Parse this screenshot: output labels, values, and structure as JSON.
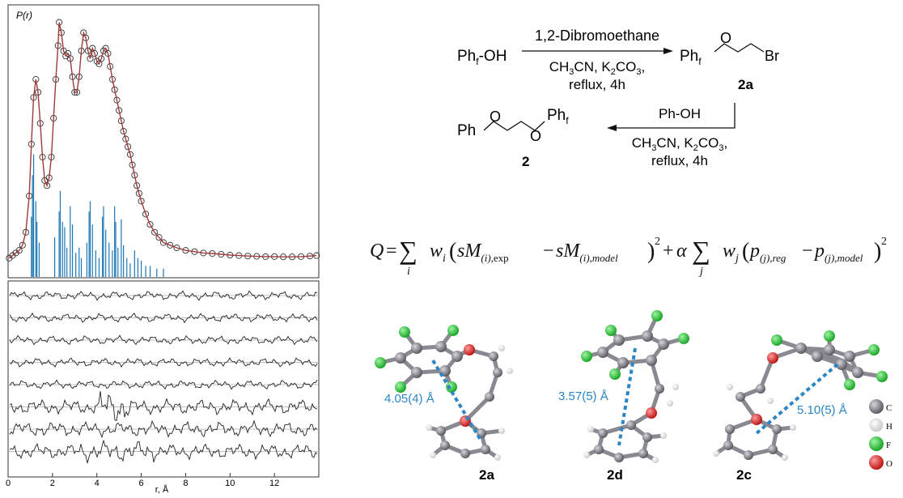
{
  "chart_data": {
    "type": "line",
    "ylabel": "P(r)",
    "xlabel": "r, Å",
    "xlim": [
      0,
      14
    ],
    "x_ticks": [
      "0",
      "2",
      "4",
      "6",
      "8",
      "10",
      "12"
    ],
    "grid": false,
    "experimental_points": [
      [
        0.05,
        0.06
      ],
      [
        0.2,
        0.07
      ],
      [
        0.35,
        0.08
      ],
      [
        0.5,
        0.09
      ],
      [
        0.65,
        0.11
      ],
      [
        0.8,
        0.16
      ],
      [
        0.95,
        0.3
      ],
      [
        1.05,
        0.5
      ],
      [
        1.15,
        0.68
      ],
      [
        1.25,
        0.75
      ],
      [
        1.35,
        0.7
      ],
      [
        1.45,
        0.58
      ],
      [
        1.55,
        0.45
      ],
      [
        1.65,
        0.36
      ],
      [
        1.75,
        0.34
      ],
      [
        1.85,
        0.37
      ],
      [
        1.95,
        0.45
      ],
      [
        2.05,
        0.6
      ],
      [
        2.15,
        0.75
      ],
      [
        2.25,
        0.88
      ],
      [
        2.3,
        0.97
      ],
      [
        2.4,
        0.93
      ],
      [
        2.5,
        0.86
      ],
      [
        2.6,
        0.84
      ],
      [
        2.7,
        0.85
      ],
      [
        2.8,
        0.83
      ],
      [
        2.9,
        0.76
      ],
      [
        3.0,
        0.7
      ],
      [
        3.1,
        0.7
      ],
      [
        3.2,
        0.76
      ],
      [
        3.3,
        0.86
      ],
      [
        3.4,
        0.93
      ],
      [
        3.5,
        0.91
      ],
      [
        3.6,
        0.86
      ],
      [
        3.7,
        0.83
      ],
      [
        3.8,
        0.87
      ],
      [
        3.9,
        0.85
      ],
      [
        4.0,
        0.82
      ],
      [
        4.1,
        0.81
      ],
      [
        4.2,
        0.83
      ],
      [
        4.3,
        0.86
      ],
      [
        4.4,
        0.87
      ],
      [
        4.5,
        0.85
      ],
      [
        4.6,
        0.8
      ],
      [
        4.7,
        0.75
      ],
      [
        4.8,
        0.71
      ],
      [
        4.9,
        0.67
      ],
      [
        5.0,
        0.63
      ],
      [
        5.1,
        0.59
      ],
      [
        5.2,
        0.55
      ],
      [
        5.3,
        0.52
      ],
      [
        5.4,
        0.49
      ],
      [
        5.5,
        0.46
      ],
      [
        5.6,
        0.42
      ],
      [
        5.7,
        0.38
      ],
      [
        5.8,
        0.34
      ],
      [
        5.9,
        0.31
      ],
      [
        6.0,
        0.28
      ],
      [
        6.2,
        0.23
      ],
      [
        6.4,
        0.19
      ],
      [
        6.6,
        0.16
      ],
      [
        6.8,
        0.14
      ],
      [
        7.0,
        0.12
      ],
      [
        7.3,
        0.11
      ],
      [
        7.6,
        0.1
      ],
      [
        8.0,
        0.09
      ],
      [
        8.4,
        0.085
      ],
      [
        8.8,
        0.08
      ],
      [
        9.2,
        0.078
      ],
      [
        9.6,
        0.075
      ],
      [
        10.0,
        0.072
      ],
      [
        10.4,
        0.07
      ],
      [
        10.8,
        0.068
      ],
      [
        11.2,
        0.067
      ],
      [
        11.6,
        0.066
      ],
      [
        12.0,
        0.066
      ],
      [
        12.4,
        0.065
      ],
      [
        12.8,
        0.065
      ],
      [
        13.2,
        0.066
      ],
      [
        13.6,
        0.068
      ],
      [
        13.9,
        0.07
      ]
    ],
    "stick_lines": [
      [
        1.05,
        0.22
      ],
      [
        1.1,
        0.38
      ],
      [
        1.15,
        0.46
      ],
      [
        1.25,
        0.28
      ],
      [
        1.3,
        0.2
      ],
      [
        1.4,
        0.12
      ],
      [
        2.1,
        0.14
      ],
      [
        2.3,
        0.24
      ],
      [
        2.35,
        0.32
      ],
      [
        2.45,
        0.2
      ],
      [
        2.55,
        0.18
      ],
      [
        2.65,
        0.1
      ],
      [
        2.8,
        0.26
      ],
      [
        2.9,
        0.19
      ],
      [
        3.05,
        0.08
      ],
      [
        3.2,
        0.1
      ],
      [
        3.3,
        0.06
      ],
      [
        3.55,
        0.12
      ],
      [
        3.65,
        0.24
      ],
      [
        3.7,
        0.28
      ],
      [
        3.8,
        0.19
      ],
      [
        3.95,
        0.09
      ],
      [
        4.1,
        0.06
      ],
      [
        4.25,
        0.22
      ],
      [
        4.3,
        0.26
      ],
      [
        4.4,
        0.17
      ],
      [
        4.55,
        0.12
      ],
      [
        4.7,
        0.09
      ],
      [
        4.8,
        0.26
      ],
      [
        4.85,
        0.2
      ],
      [
        4.95,
        0.1
      ],
      [
        5.1,
        0.21
      ],
      [
        5.2,
        0.11
      ],
      [
        5.35,
        0.06
      ],
      [
        5.5,
        0.04
      ],
      [
        5.7,
        0.09
      ],
      [
        5.85,
        0.06
      ],
      [
        6.0,
        0.05
      ],
      [
        6.2,
        0.03
      ],
      [
        6.4,
        0.03
      ],
      [
        6.7,
        0.02
      ],
      [
        7.0,
        0.02
      ]
    ],
    "residual_rows": 8
  },
  "scheme": {
    "start": "Ph",
    "start_sub": "f",
    "start_tail": "-OH",
    "reagent1_top": "1,2-Dibromoethane",
    "reagent1_bottom": "CH",
    "reagent1_bottom_b": "CN, K",
    "reagent1_bottom_c": "CO",
    "reagent1_bottom_d": ",",
    "sub3": "3",
    "sub2": "2",
    "reflux": "reflux, 4h",
    "prod1_ph": "Ph",
    "prod1_sub": "f",
    "o": "O",
    "br": "Br",
    "label_2a": "2a",
    "reagent2_top": "Ph-OH",
    "prod2_ph_left": "Ph",
    "prod2_ph_right": "Ph",
    "prod2_sub": "f",
    "label_2": "2"
  },
  "equation": {
    "q": "Q",
    "eq": "=",
    "sum": "∑",
    "i": "i",
    "j": "j",
    "w": "w",
    "sM": "sM",
    "exp": "exp",
    "model": "model",
    "reg": "reg",
    "p": "p",
    "alpha": "α",
    "plus": "+",
    "minus": "−",
    "two": "2"
  },
  "molecules": {
    "dist_2a": "4.05(4) Å",
    "dist_2d": "3.57(5) Å",
    "dist_2c": "5.10(5) Å",
    "label_2a": "2a",
    "label_2d": "2d",
    "label_2c": "2c",
    "legend": [
      "C",
      "H",
      "F",
      "O"
    ],
    "colors": {
      "C": "#7a7880",
      "H": "#f2f2f2",
      "F": "#22c033",
      "O": "#d42020",
      "dist": "#2a86c4"
    }
  }
}
